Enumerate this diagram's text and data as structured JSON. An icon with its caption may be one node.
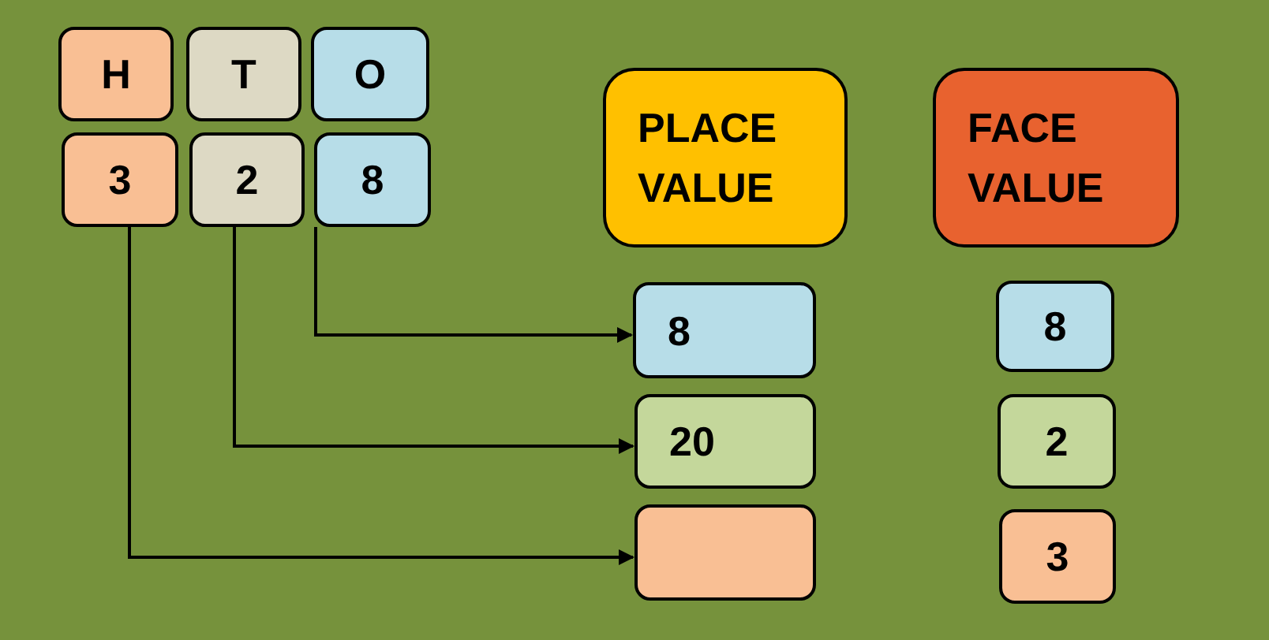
{
  "diagram": {
    "nodes": [
      {
        "text": [
          "H"
        ]
      },
      {
        "text": [
          "T"
        ]
      },
      {
        "text": [
          "O"
        ]
      },
      {
        "text": [
          "3"
        ]
      },
      {
        "text": [
          "2"
        ]
      },
      {
        "text": [
          "8"
        ]
      },
      {
        "text": [
          "PLACE VALUE"
        ]
      },
      {
        "text": [
          "FACE VALUE"
        ]
      },
      {
        "text": [
          "8"
        ]
      },
      {
        "text": [
          "8"
        ]
      },
      {
        "text": [
          "20"
        ]
      },
      {
        "text": [
          "2"
        ]
      },
      {
        "text": [],
        "shape": "box"
      },
      {
        "text": [
          "3"
        ]
      }
    ],
    "edges": [
      {
        "from": 5,
        "to": 8,
        "arrow": "to"
      },
      {
        "from": 4,
        "to": 10,
        "arrow": "to"
      },
      {
        "from": 3,
        "to": 12,
        "arrow": "to"
      }
    ]
  }
}
